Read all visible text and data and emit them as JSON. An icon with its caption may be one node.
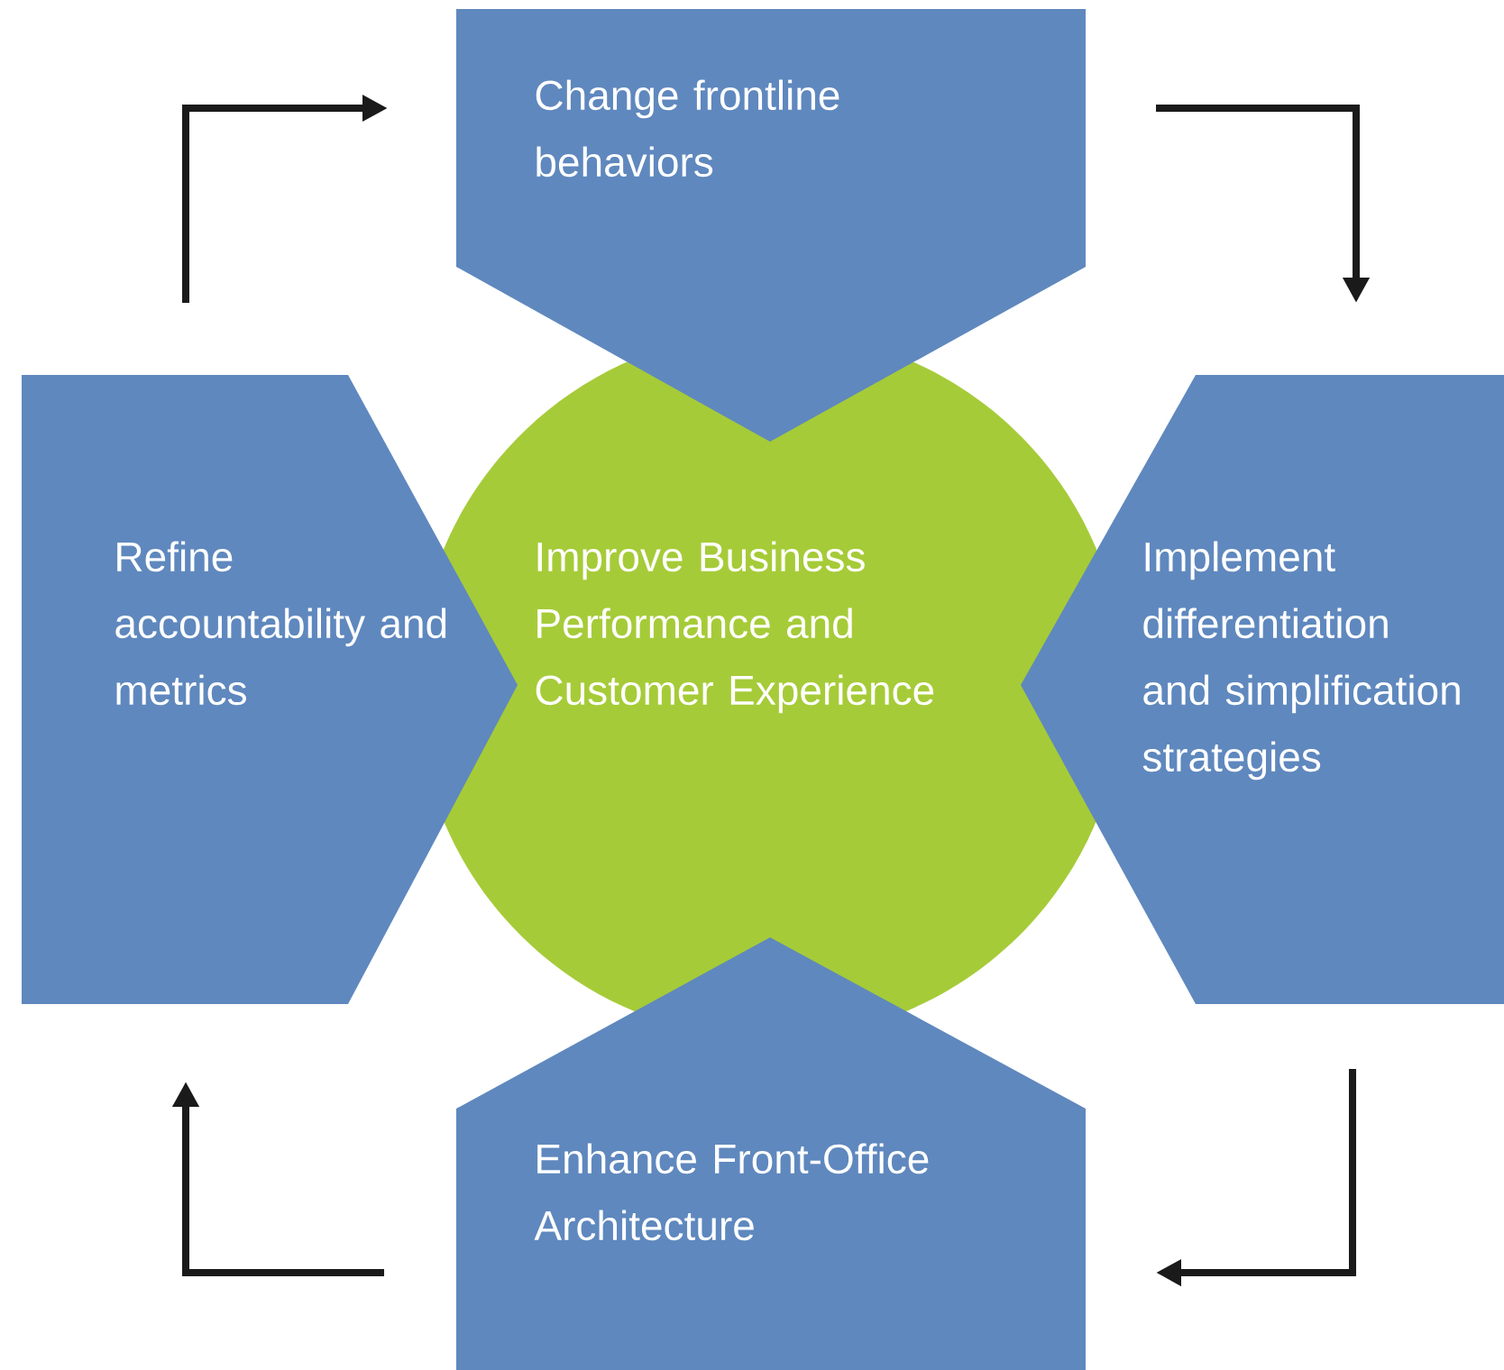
{
  "diagram": {
    "nodes": [
      {
        "text": [
          "Change frontline behaviors"
        ]
      },
      {
        "text": [
          "Refine accountability and metrics"
        ]
      },
      {
        "text": [
          "Improve Business Performance and Customer Experience"
        ]
      },
      {
        "text": [
          "Implement differentiation and simplification strategies"
        ]
      },
      {
        "text": [
          "Enhance Front-Office Architecture"
        ]
      }
    ],
    "edges": [
      {
        "from": 1,
        "to": 0,
        "arrow": "to"
      },
      {
        "from": 0,
        "to": 3,
        "arrow": "to"
      },
      {
        "from": 3,
        "to": 4,
        "arrow": "to"
      },
      {
        "from": 4,
        "to": 1,
        "arrow": "to"
      }
    ]
  }
}
